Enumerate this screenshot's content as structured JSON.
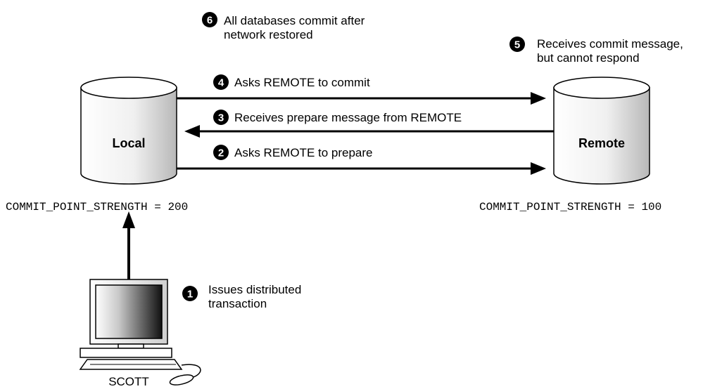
{
  "databases": {
    "local": {
      "label": "Local",
      "commit_strength": "COMMIT_POINT_STRENGTH = 200"
    },
    "remote": {
      "label": "Remote",
      "commit_strength": "COMMIT_POINT_STRENGTH = 100"
    }
  },
  "client": {
    "label": "SCOTT"
  },
  "steps": [
    {
      "num": "1",
      "line1": "Issues distributed",
      "line2": "transaction"
    },
    {
      "num": "2",
      "line1": "Asks REMOTE to prepare",
      "line2": ""
    },
    {
      "num": "3",
      "line1": "Receives prepare message from REMOTE",
      "line2": ""
    },
    {
      "num": "4",
      "line1": "Asks REMOTE to commit",
      "line2": ""
    },
    {
      "num": "5",
      "line1": "Receives commit message,",
      "line2": "but cannot respond"
    },
    {
      "num": "6",
      "line1": "All databases commit after",
      "line2": "network restored"
    }
  ]
}
